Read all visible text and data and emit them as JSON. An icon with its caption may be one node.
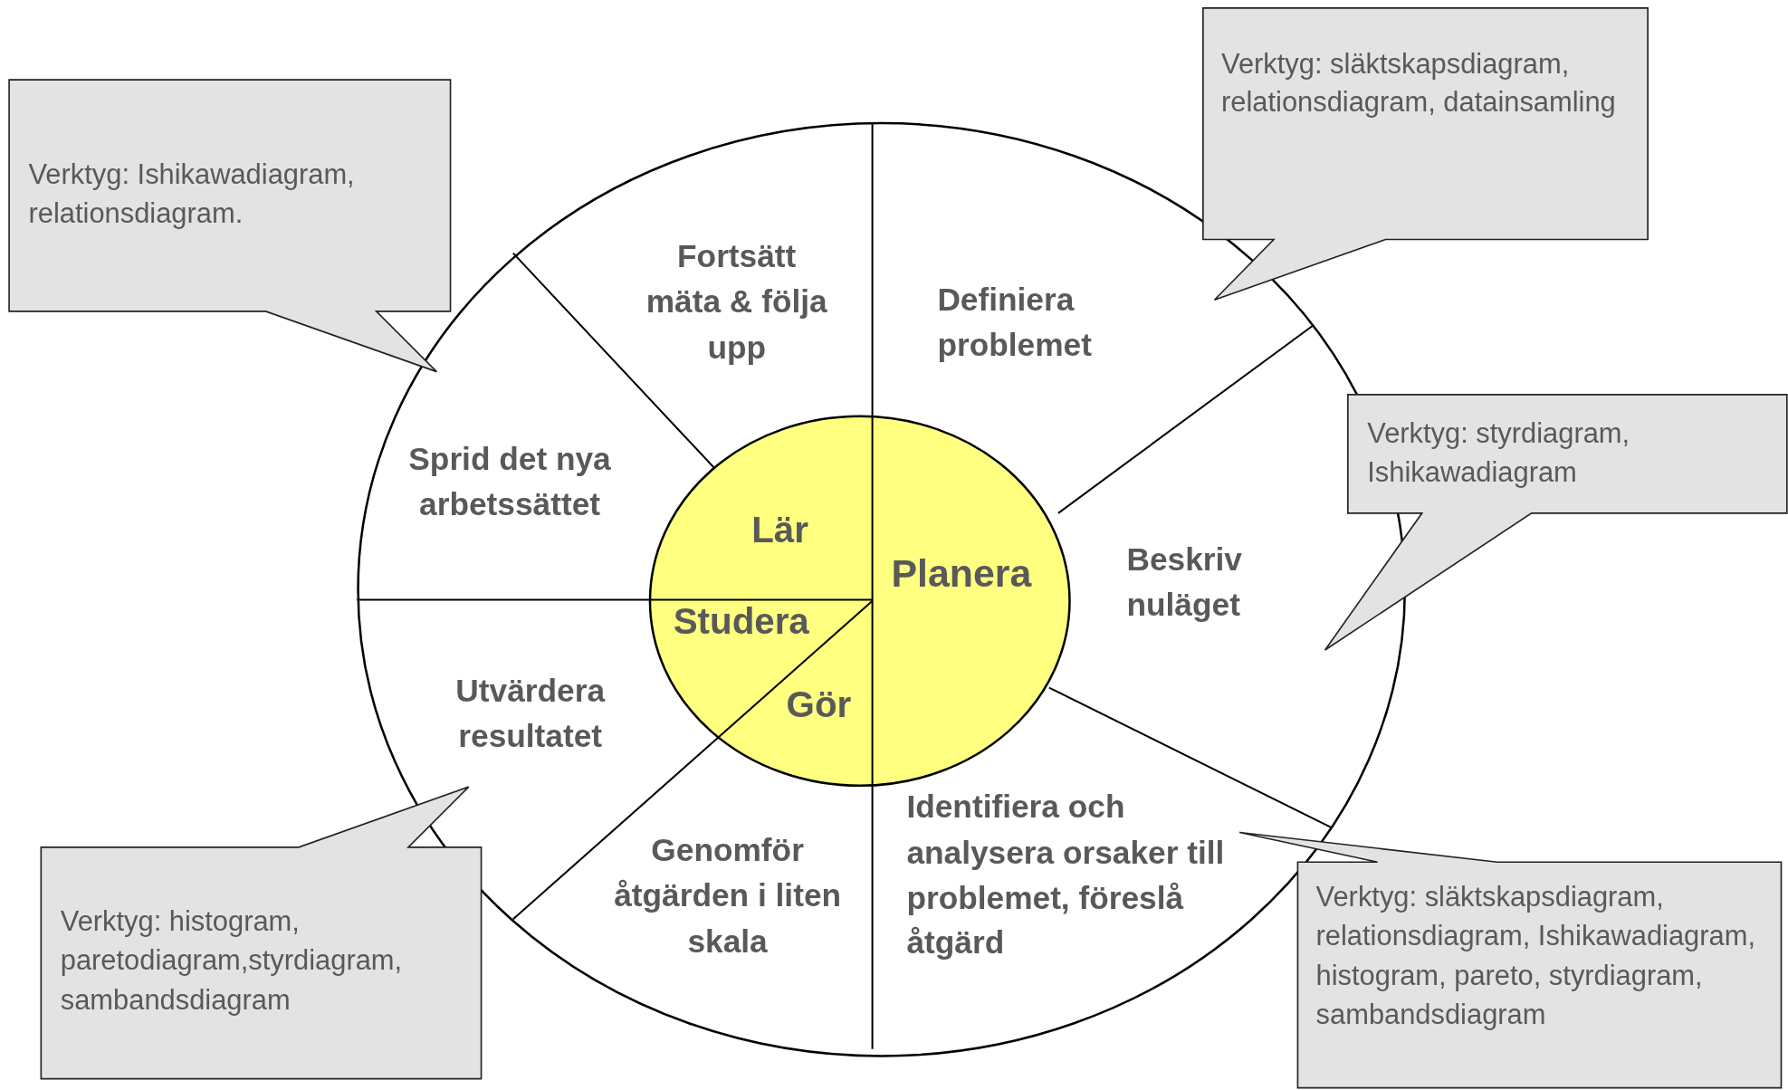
{
  "diagram": {
    "nodes": [
      {
        "text": [],
        "shape": "circle"
      },
      {
        "text": [
          "Definiera problemet"
        ],
        "in": 0
      },
      {
        "text": [
          "Beskriv nuläget"
        ],
        "in": 0
      },
      {
        "text": [
          "Identifiera och analysera orsaker till problemet, föreslå åtgärd"
        ],
        "in": 0
      },
      {
        "text": [
          "Genomför åtgärden i liten skala"
        ],
        "in": 0
      },
      {
        "text": [
          "Utvärdera resultatet"
        ],
        "in": 0
      },
      {
        "text": [
          "Sprid det nya arbetssättet"
        ],
        "in": 0
      },
      {
        "text": [
          "Fortsätt mäta & följa upp"
        ],
        "in": 0
      },
      {
        "text": [],
        "shape": "circle",
        "in": 0
      },
      {
        "text": [
          "Planera"
        ],
        "in": 8
      },
      {
        "text": [
          "Gör"
        ],
        "in": 8
      },
      {
        "text": [
          "Studera"
        ],
        "in": 8
      },
      {
        "text": [
          "Lär"
        ],
        "in": 8
      },
      {
        "text": [
          "Verktyg: släktskapsdiagram, relationsdiagram, datainsamling"
        ]
      },
      {
        "text": [
          "Verktyg: Ishikawadiagram, relationsdiagram."
        ]
      },
      {
        "text": [
          "Verktyg: styrdiagram, Ishikawadiagram"
        ]
      },
      {
        "text": [
          "Verktyg: histogram, paretodiagram,styrdiagram, sambandsdiagram"
        ]
      },
      {
        "text": [
          "Verktyg: släktskapsdiagram, relationsdiagram, Ishikawadiagram, histogram, pareto, styrdiagram, sambandsdiagram"
        ]
      }
    ]
  }
}
